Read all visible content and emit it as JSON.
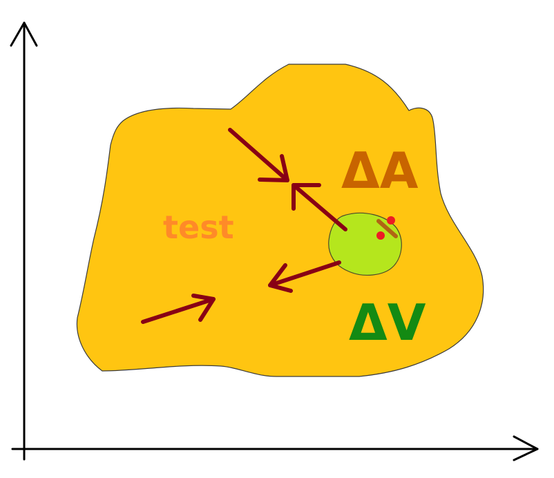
{
  "labels": {
    "region_label": "test",
    "area_label": "ΔA",
    "volume_label": "ΔV"
  },
  "colors": {
    "background": "#ffffff",
    "axis": "#000000",
    "region_fill": "#ffc511",
    "region_stroke": "#3a3a3a",
    "subvolume_fill": "#b5e61d",
    "subvolume_stroke": "#4a4a2a",
    "arrow": "#880015",
    "region_label": "#ff8a28",
    "area_label": "#c86400",
    "volume_label": "#138a13",
    "area_mark": "#b06414",
    "dots": "#ed1c24"
  },
  "icons": {
    "axis_arrowheads": "open-chevron-arrow"
  }
}
